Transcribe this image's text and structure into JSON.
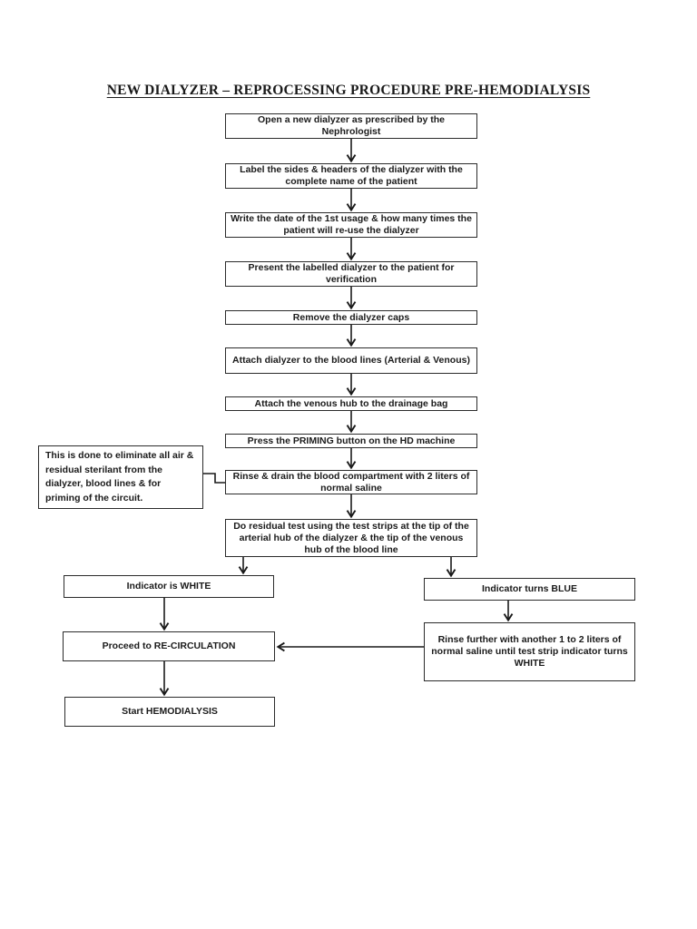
{
  "title": "NEW DIALYZER – REPROCESSING PROCEDURE PRE-HEMODIALYSIS",
  "colors": {
    "ink": "#1a1a1a",
    "paper": "#ffffff"
  },
  "flow": {
    "main_steps": [
      "Open a new dialyzer as prescribed by the Nephrologist",
      "Label the sides & headers of the dialyzer with the complete name of the patient",
      "Write the date of the 1st usage & how many times the patient will re-use the dialyzer",
      "Present the labelled dialyzer to the patient for verification",
      "Remove the dialyzer caps",
      "Attach dialyzer to the blood lines (Arterial & Venous)",
      "Attach the venous hub to the drainage bag",
      "Press the PRIMING button on the HD machine",
      "Rinse & drain the blood compartment with 2 liters of normal saline",
      "Do residual test using the test strips at the tip of the arterial hub of the dialyzer & the tip of the venous hub of the blood line"
    ],
    "note": "This is done to eliminate all air & residual sterilant from the dialyzer, blood lines & for priming of the circuit.",
    "left_branch": {
      "indicator": "Indicator is WHITE",
      "recirculation": "Proceed to RE-CIRCULATION",
      "start": "Start HEMODIALYSIS"
    },
    "right_branch": {
      "indicator": "Indicator turns BLUE",
      "rinse_further": "Rinse further with another 1 to 2 liters of normal saline until test strip indicator turns WHITE"
    }
  }
}
